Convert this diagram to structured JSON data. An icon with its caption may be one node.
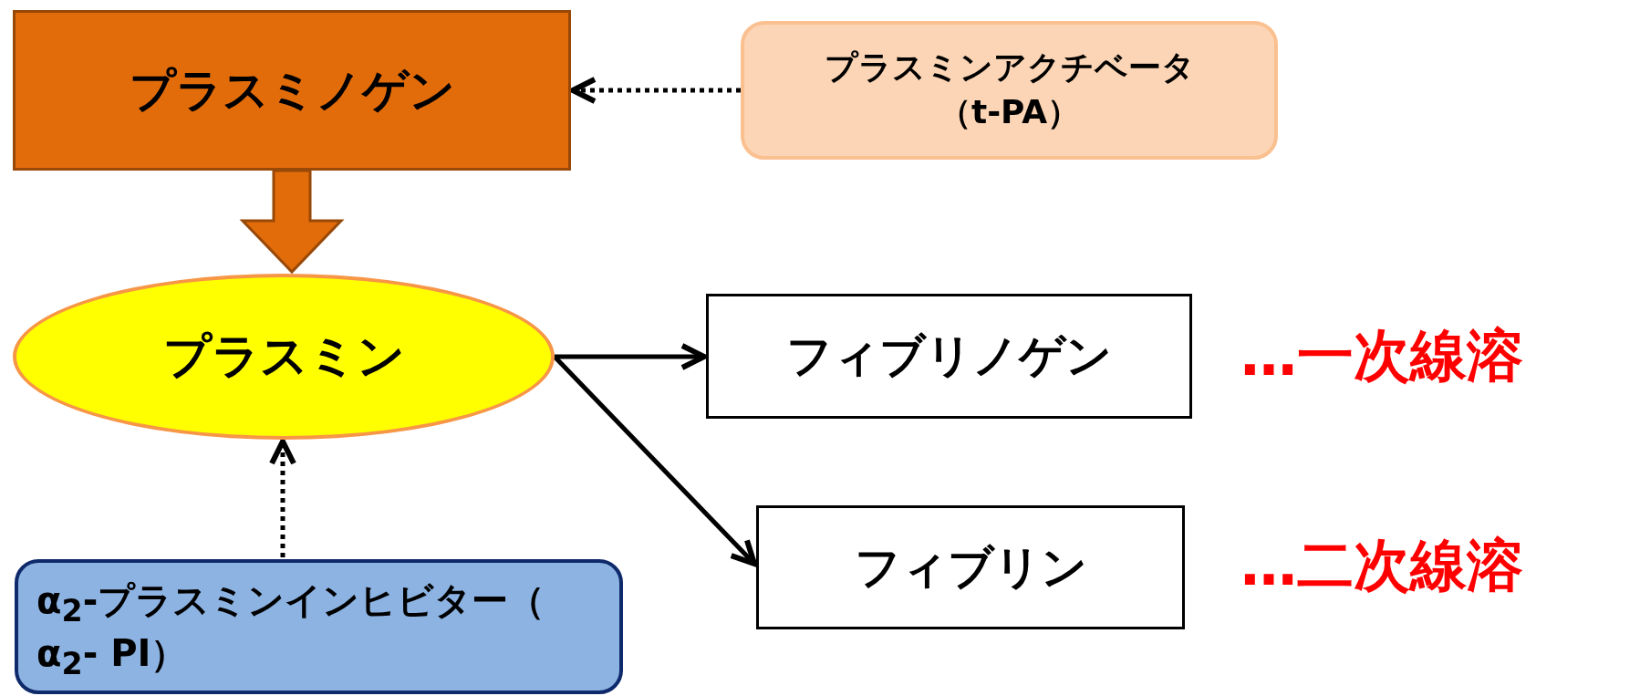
{
  "diagram": {
    "nodes": [
      {
        "text": [
          "プラスミノゲン"
        ]
      },
      {
        "text": [
          "プラスミンアクチベータ（t-PA）"
        ]
      },
      {
        "text": [
          "プラスミン"
        ]
      },
      {
        "text": [
          "フィブリノゲン"
        ]
      },
      {
        "text": [
          "フィブリン"
        ]
      },
      {
        "text": [
          "α$_{2}$-プラスミンインヒビター（ α$_{2}$- PI）"
        ]
      }
    ],
    "edges": [
      {
        "from": 1,
        "to": 0,
        "arrow": "to",
        "style": "dashed"
      },
      {
        "from": 0,
        "to": 2,
        "arrow": "to",
        "style": "thick",
        "color": "#e36c0a"
      },
      {
        "from": 5,
        "to": 2,
        "arrow": "to",
        "style": "dashed"
      },
      {
        "from": 2,
        "to": 3,
        "arrow": "to"
      },
      {
        "from": 2,
        "to": 4,
        "arrow": "to"
      }
    ],
    "labels": [
      "…一次線溶",
      "…二次線溶"
    ]
  }
}
